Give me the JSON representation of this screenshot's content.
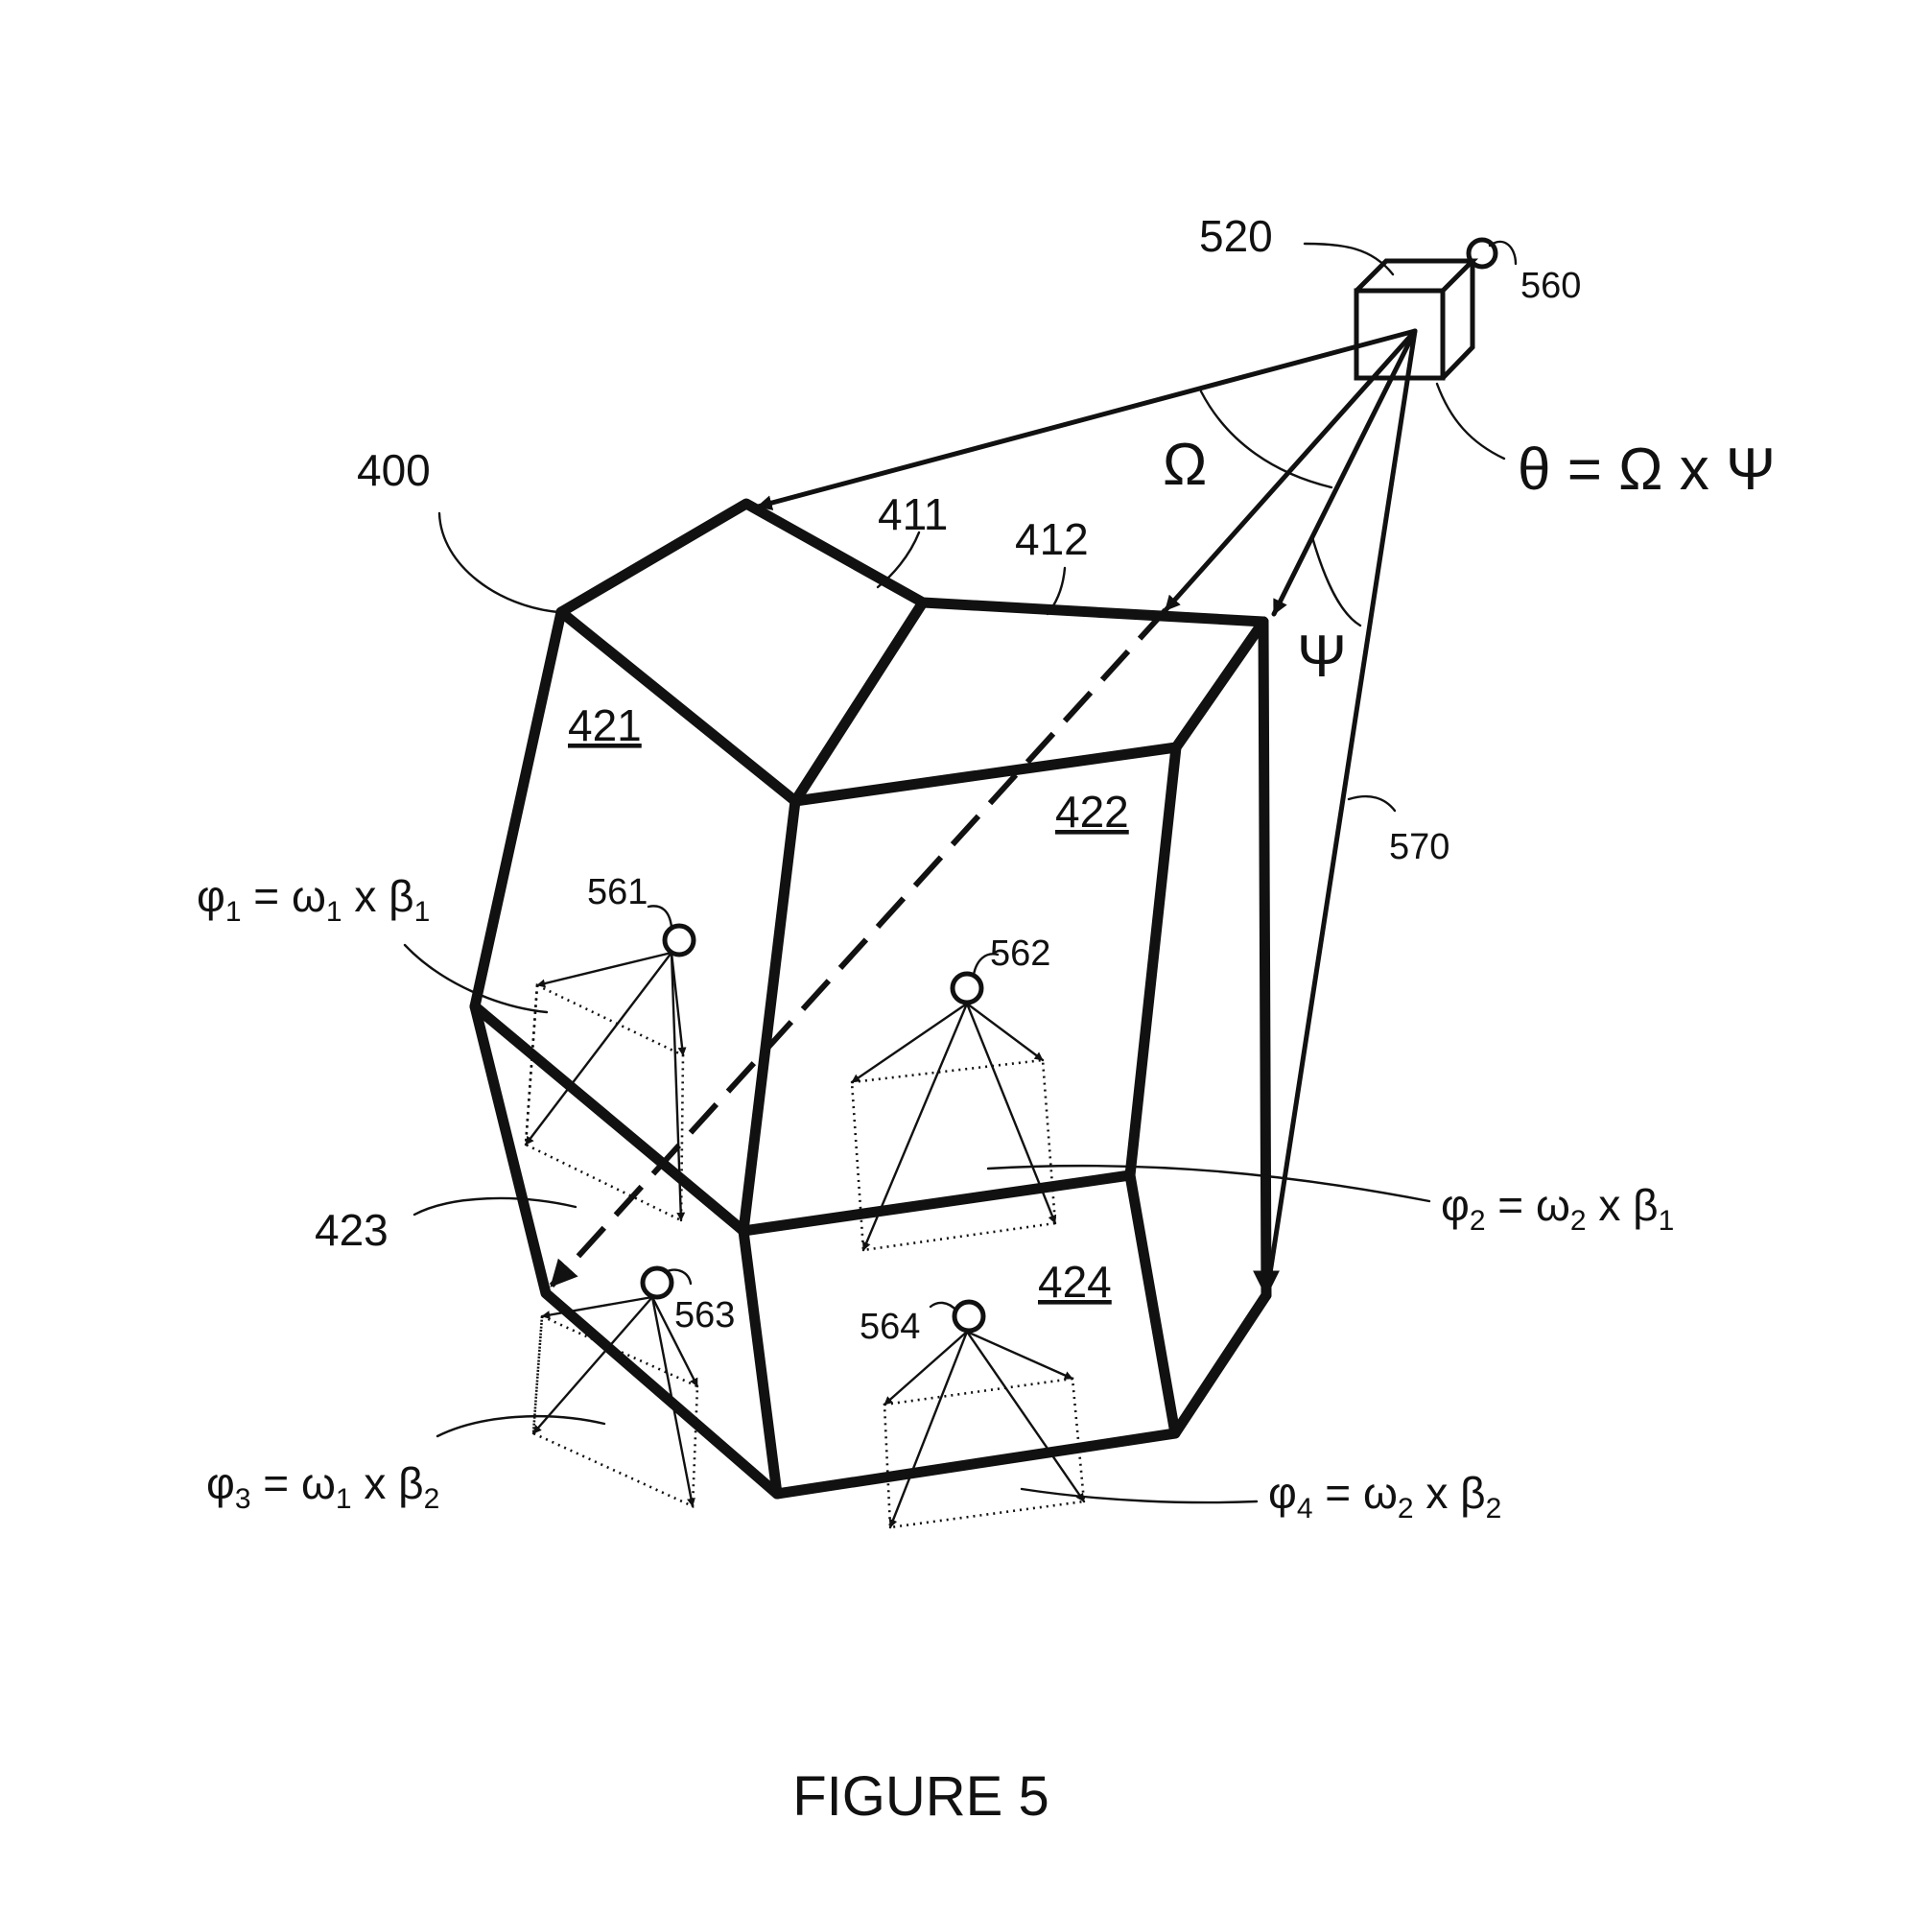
{
  "figure": {
    "caption": "FIGURE 5",
    "reference_numerals": {
      "r400": "400",
      "r411": "411",
      "r412": "412",
      "r421": "421",
      "r422": "422",
      "r423": "423",
      "r424": "424",
      "r520": "520",
      "r560": "560",
      "r561": "561",
      "r562": "562",
      "r563": "563",
      "r564": "564",
      "r570": "570"
    },
    "angle_symbols": {
      "omega": "Ω",
      "psi": "Ψ"
    },
    "equations": {
      "theta": "θ = Ω x Ψ",
      "phi1": {
        "phi": "φ",
        "phi_sub": "1",
        "omega": "ω",
        "omega_sub": "1",
        "beta": "β",
        "beta_sub": "1"
      },
      "phi2": {
        "phi": "φ",
        "phi_sub": "2",
        "omega": "ω",
        "omega_sub": "2",
        "beta": "β",
        "beta_sub": "1"
      },
      "phi3": {
        "phi": "φ",
        "phi_sub": "3",
        "omega": "ω",
        "omega_sub": "1",
        "beta": "β",
        "beta_sub": "2"
      },
      "phi4": {
        "phi": "φ",
        "phi_sub": "4",
        "omega": "ω",
        "omega_sub": "2",
        "beta": "β",
        "beta_sub": "2"
      }
    },
    "operator": {
      "equals": " = ",
      "times": " x "
    }
  }
}
